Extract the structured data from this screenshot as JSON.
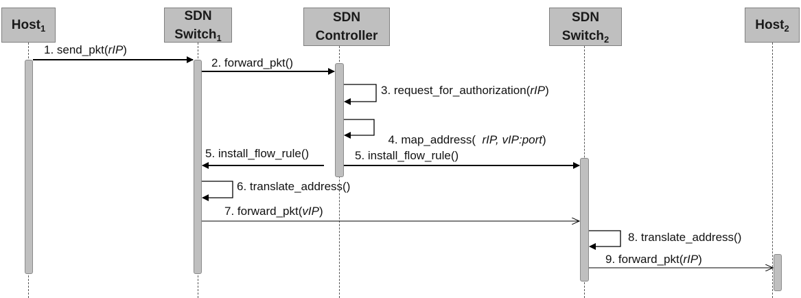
{
  "actors": [
    {
      "name": "Host",
      "sub": "1"
    },
    {
      "line1": "SDN",
      "name": "Switch",
      "sub": "1"
    },
    {
      "line1": "SDN",
      "line2": "Controller"
    },
    {
      "line1": "SDN",
      "name": "Switch",
      "sub": "2"
    },
    {
      "name": "Host",
      "sub": "2"
    }
  ],
  "messages": {
    "m1": {
      "prefix": "1. send_pkt(",
      "param": "rIP",
      "suffix": ")"
    },
    "m2": {
      "text": "2. forward_pkt()"
    },
    "m3": {
      "prefix": "3. request_for_authorization(",
      "param": "rIP",
      "suffix": ")"
    },
    "m4": {
      "prefix": "4. map_address(  ",
      "param": "rIP, vIP:port",
      "suffix": ")"
    },
    "m5a": {
      "text": "5. install_flow_rule()"
    },
    "m5b": {
      "text": "5. install_flow_rule()"
    },
    "m6": {
      "text": "6. translate_address()"
    },
    "m7": {
      "prefix": "7. forward_pkt(",
      "param": "vIP",
      "suffix": ")"
    },
    "m8": {
      "text": "8. translate_address()"
    },
    "m9": {
      "prefix": "9. forward_pkt(",
      "param": "rIP",
      "suffix": ")"
    }
  }
}
